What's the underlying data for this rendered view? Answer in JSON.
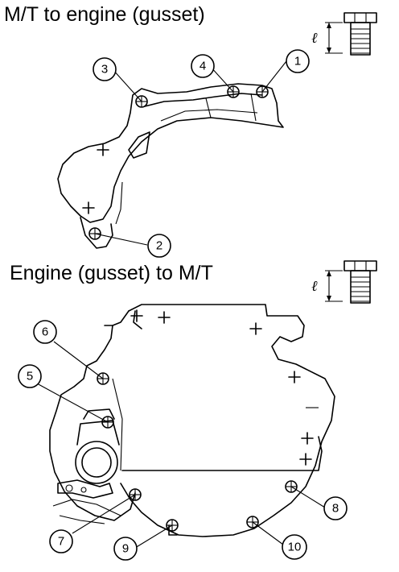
{
  "headings": {
    "top": "M/T to engine (gusset)",
    "bottom": "Engine (gusset) to M/T"
  },
  "bolt_dimension_symbol": "ℓ",
  "callouts": {
    "c1": "1",
    "c2": "2",
    "c3": "3",
    "c4": "4",
    "c5": "5",
    "c6": "6",
    "c7": "7",
    "c8": "8",
    "c9": "9",
    "c10": "10"
  },
  "icons": [
    "bolt-icon",
    "bolt-hole-marker"
  ]
}
